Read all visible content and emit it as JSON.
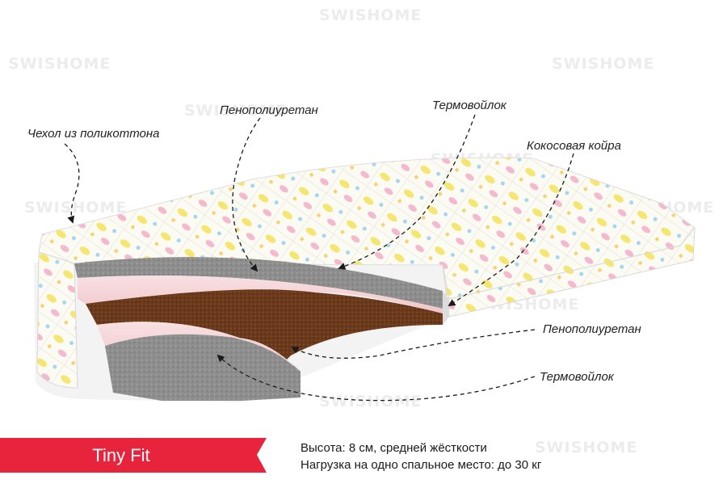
{
  "watermark": "SWISHOME",
  "labels": {
    "cover": "Чехол из поликоттона",
    "foam_top": "Пенополиуретан",
    "felt_top": "Термовойлок",
    "coir": "Кокосовая койра",
    "foam_bottom": "Пенополиуретан",
    "felt_bottom": "Термовойлок"
  },
  "product": {
    "name": "Tiny Fit",
    "height_spec": "Высота: 8 см, средней жёсткости",
    "load_spec": "Нагрузка на одно спальное место: до 30 кг"
  },
  "colors": {
    "banner": "#e8243c",
    "felt": "#8e8e8e",
    "foam": "#f4d3d6",
    "coir": "#6b3a1c",
    "cover": "#fbfbf6"
  }
}
